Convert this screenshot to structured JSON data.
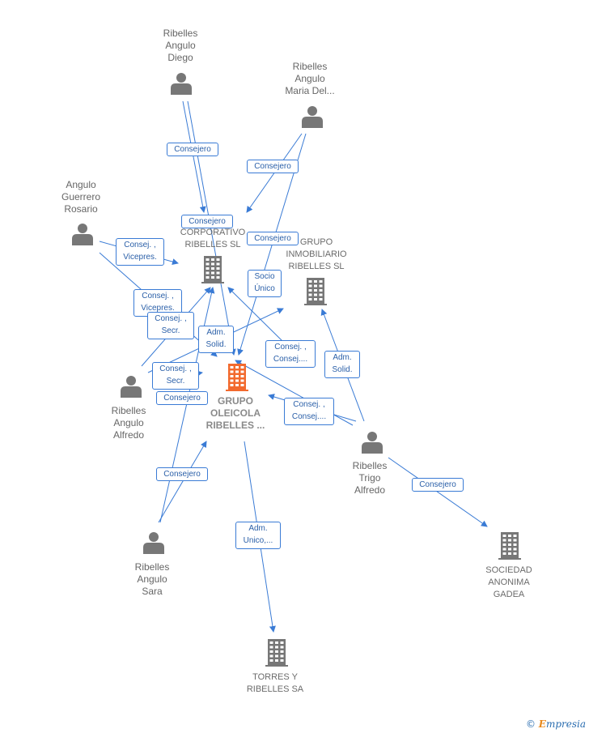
{
  "colors": {
    "edge": "#3a7bd5",
    "person": "#777777",
    "company": "#777777",
    "main_company": "#f26a2e"
  },
  "nodes": {
    "diego": {
      "label": "Ribelles\nAngulo\nDiego",
      "kind": "person"
    },
    "maria": {
      "label": "Ribelles\nAngulo\nMaria Del...",
      "kind": "person"
    },
    "rosario": {
      "label": "Angulo\nGuerrero\nRosario",
      "kind": "person"
    },
    "corporativo": {
      "label": "CORPORATIVO\nRIBELLES SL",
      "kind": "company"
    },
    "inmobiliario": {
      "label": "GRUPO\nINMOBILIARIO\nRIBELLES  SL",
      "kind": "company"
    },
    "oleicola": {
      "label": "GRUPO\nOLEICOLA\nRIBELLES ...",
      "kind": "main"
    },
    "alfredo_angulo": {
      "label": "Ribelles\nAngulo\nAlfredo",
      "kind": "person"
    },
    "trigo": {
      "label": "Ribelles\nTrigo\nAlfredo",
      "kind": "person"
    },
    "sara": {
      "label": "Ribelles\nAngulo\nSara",
      "kind": "person"
    },
    "gadea": {
      "label": "SOCIEDAD\nANONIMA\nGADEA",
      "kind": "company"
    },
    "torres": {
      "label": "TORRES Y\nRIBELLES SA",
      "kind": "company"
    }
  },
  "edge_labels": [
    "Consejero",
    "Consejero",
    "Consejero",
    "Consejero",
    "Consej. ,\nVicepres.",
    "Consej. ,\nVicepres.",
    "Consej. ,\nSecr.",
    "Socio\nÚnico",
    "Adm.\nSolid.",
    "Consej. ,\nConsej....",
    "Adm.\nSolid.",
    "Consej. ,\nSecr.",
    "Consejero",
    "Consej. ,\nConsej....",
    "Consejero",
    "Adm.\nUnico,...",
    "Consejero"
  ],
  "brand": {
    "copyright": "©",
    "name_initial": "E",
    "name_rest": "mpresia"
  }
}
